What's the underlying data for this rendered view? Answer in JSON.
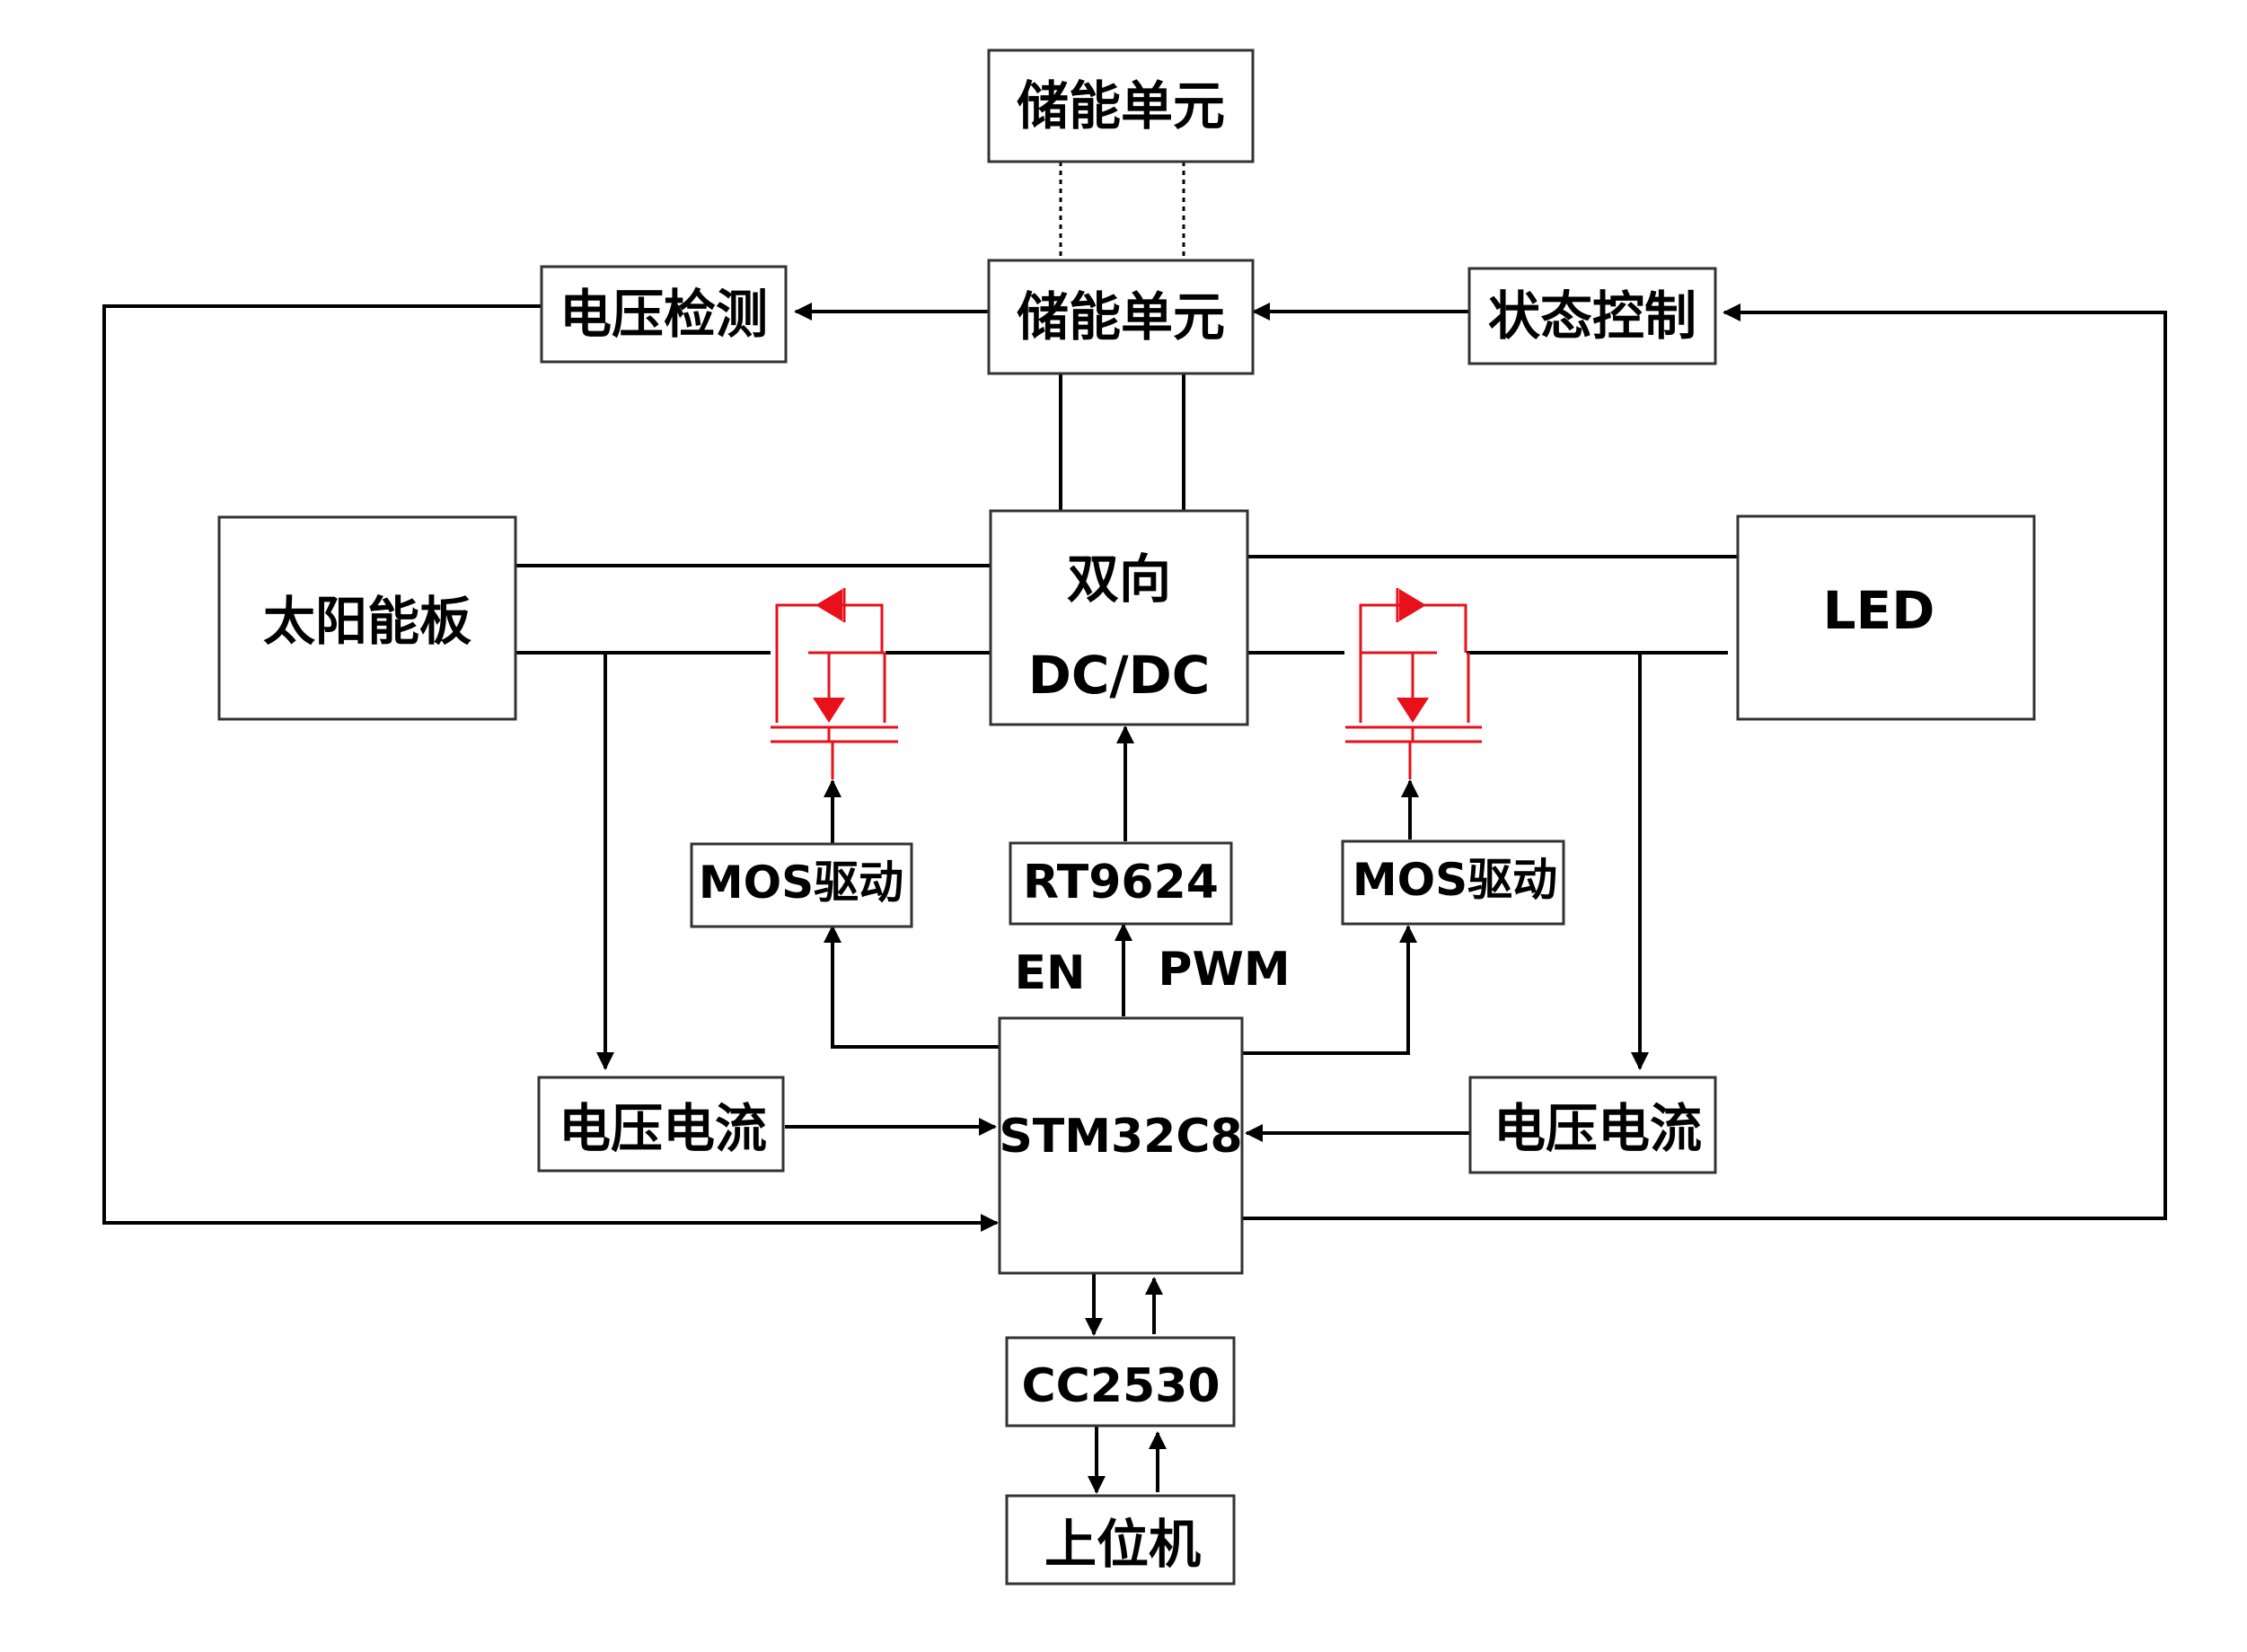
{
  "nodes": {
    "storage_top": "储能单元",
    "storage_mid": "储能单元",
    "voltage_detect": "电压检测",
    "state_control": "状态控制",
    "solar_panel": "太阳能板",
    "dcdc_line1": "双向",
    "dcdc_line2": "DC/DC",
    "led": "LED",
    "mos_driver_left": "MOS驱动",
    "rt9624": "RT9624",
    "mos_driver_right": "MOS驱动",
    "vi_left": "电压电流",
    "mcu": "STM32C8",
    "vi_right": "电压电流",
    "zigbee": "CC2530",
    "host": "上位机"
  },
  "signals": {
    "en": "EN",
    "pwm": "PWM"
  },
  "colors": {
    "mosfet": "#e8101a",
    "wire": "#000000",
    "box_border": "#333333"
  }
}
